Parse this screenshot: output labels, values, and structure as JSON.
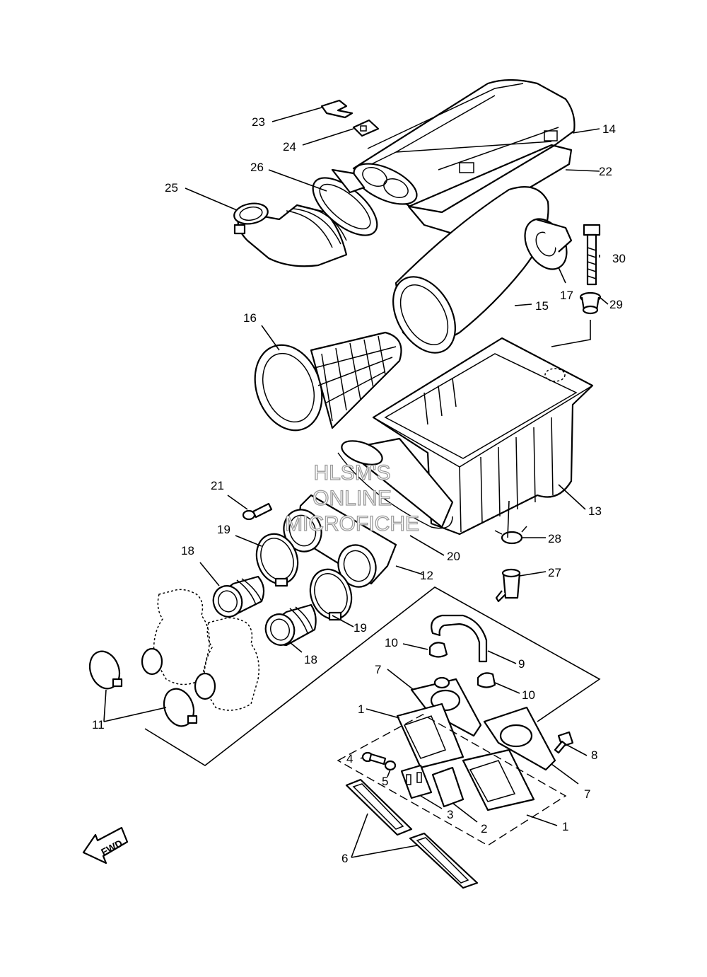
{
  "callouts": [
    {
      "id": "c1a",
      "text": "1"
    },
    {
      "id": "c1b",
      "text": "1"
    },
    {
      "id": "c2",
      "text": "2"
    },
    {
      "id": "c3",
      "text": "3"
    },
    {
      "id": "c4",
      "text": "4"
    },
    {
      "id": "c5",
      "text": "5"
    },
    {
      "id": "c6",
      "text": "6"
    },
    {
      "id": "c7a",
      "text": "7"
    },
    {
      "id": "c7b",
      "text": "7"
    },
    {
      "id": "c8",
      "text": "8"
    },
    {
      "id": "c9",
      "text": "9"
    },
    {
      "id": "c10a",
      "text": "10"
    },
    {
      "id": "c10b",
      "text": "10"
    },
    {
      "id": "c11",
      "text": "11"
    },
    {
      "id": "c12",
      "text": "12"
    },
    {
      "id": "c13",
      "text": "13"
    },
    {
      "id": "c14",
      "text": "14"
    },
    {
      "id": "c15",
      "text": "15"
    },
    {
      "id": "c16",
      "text": "16"
    },
    {
      "id": "c17",
      "text": "17"
    },
    {
      "id": "c18a",
      "text": "18"
    },
    {
      "id": "c18b",
      "text": "18"
    },
    {
      "id": "c19a",
      "text": "19"
    },
    {
      "id": "c19b",
      "text": "19"
    },
    {
      "id": "c20",
      "text": "20"
    },
    {
      "id": "c21",
      "text": "21"
    },
    {
      "id": "c22",
      "text": "22"
    },
    {
      "id": "c23",
      "text": "23"
    },
    {
      "id": "c24",
      "text": "24"
    },
    {
      "id": "c25",
      "text": "25"
    },
    {
      "id": "c26",
      "text": "26"
    },
    {
      "id": "c27",
      "text": "27"
    },
    {
      "id": "c28",
      "text": "28"
    },
    {
      "id": "c29",
      "text": "29"
    },
    {
      "id": "c30",
      "text": "30"
    }
  ],
  "watermark": {
    "line1": "HLSM'S",
    "line2": "ONLINE",
    "line3": "MICROFICHE"
  },
  "fwd_arrow": {
    "label": "FWD"
  }
}
